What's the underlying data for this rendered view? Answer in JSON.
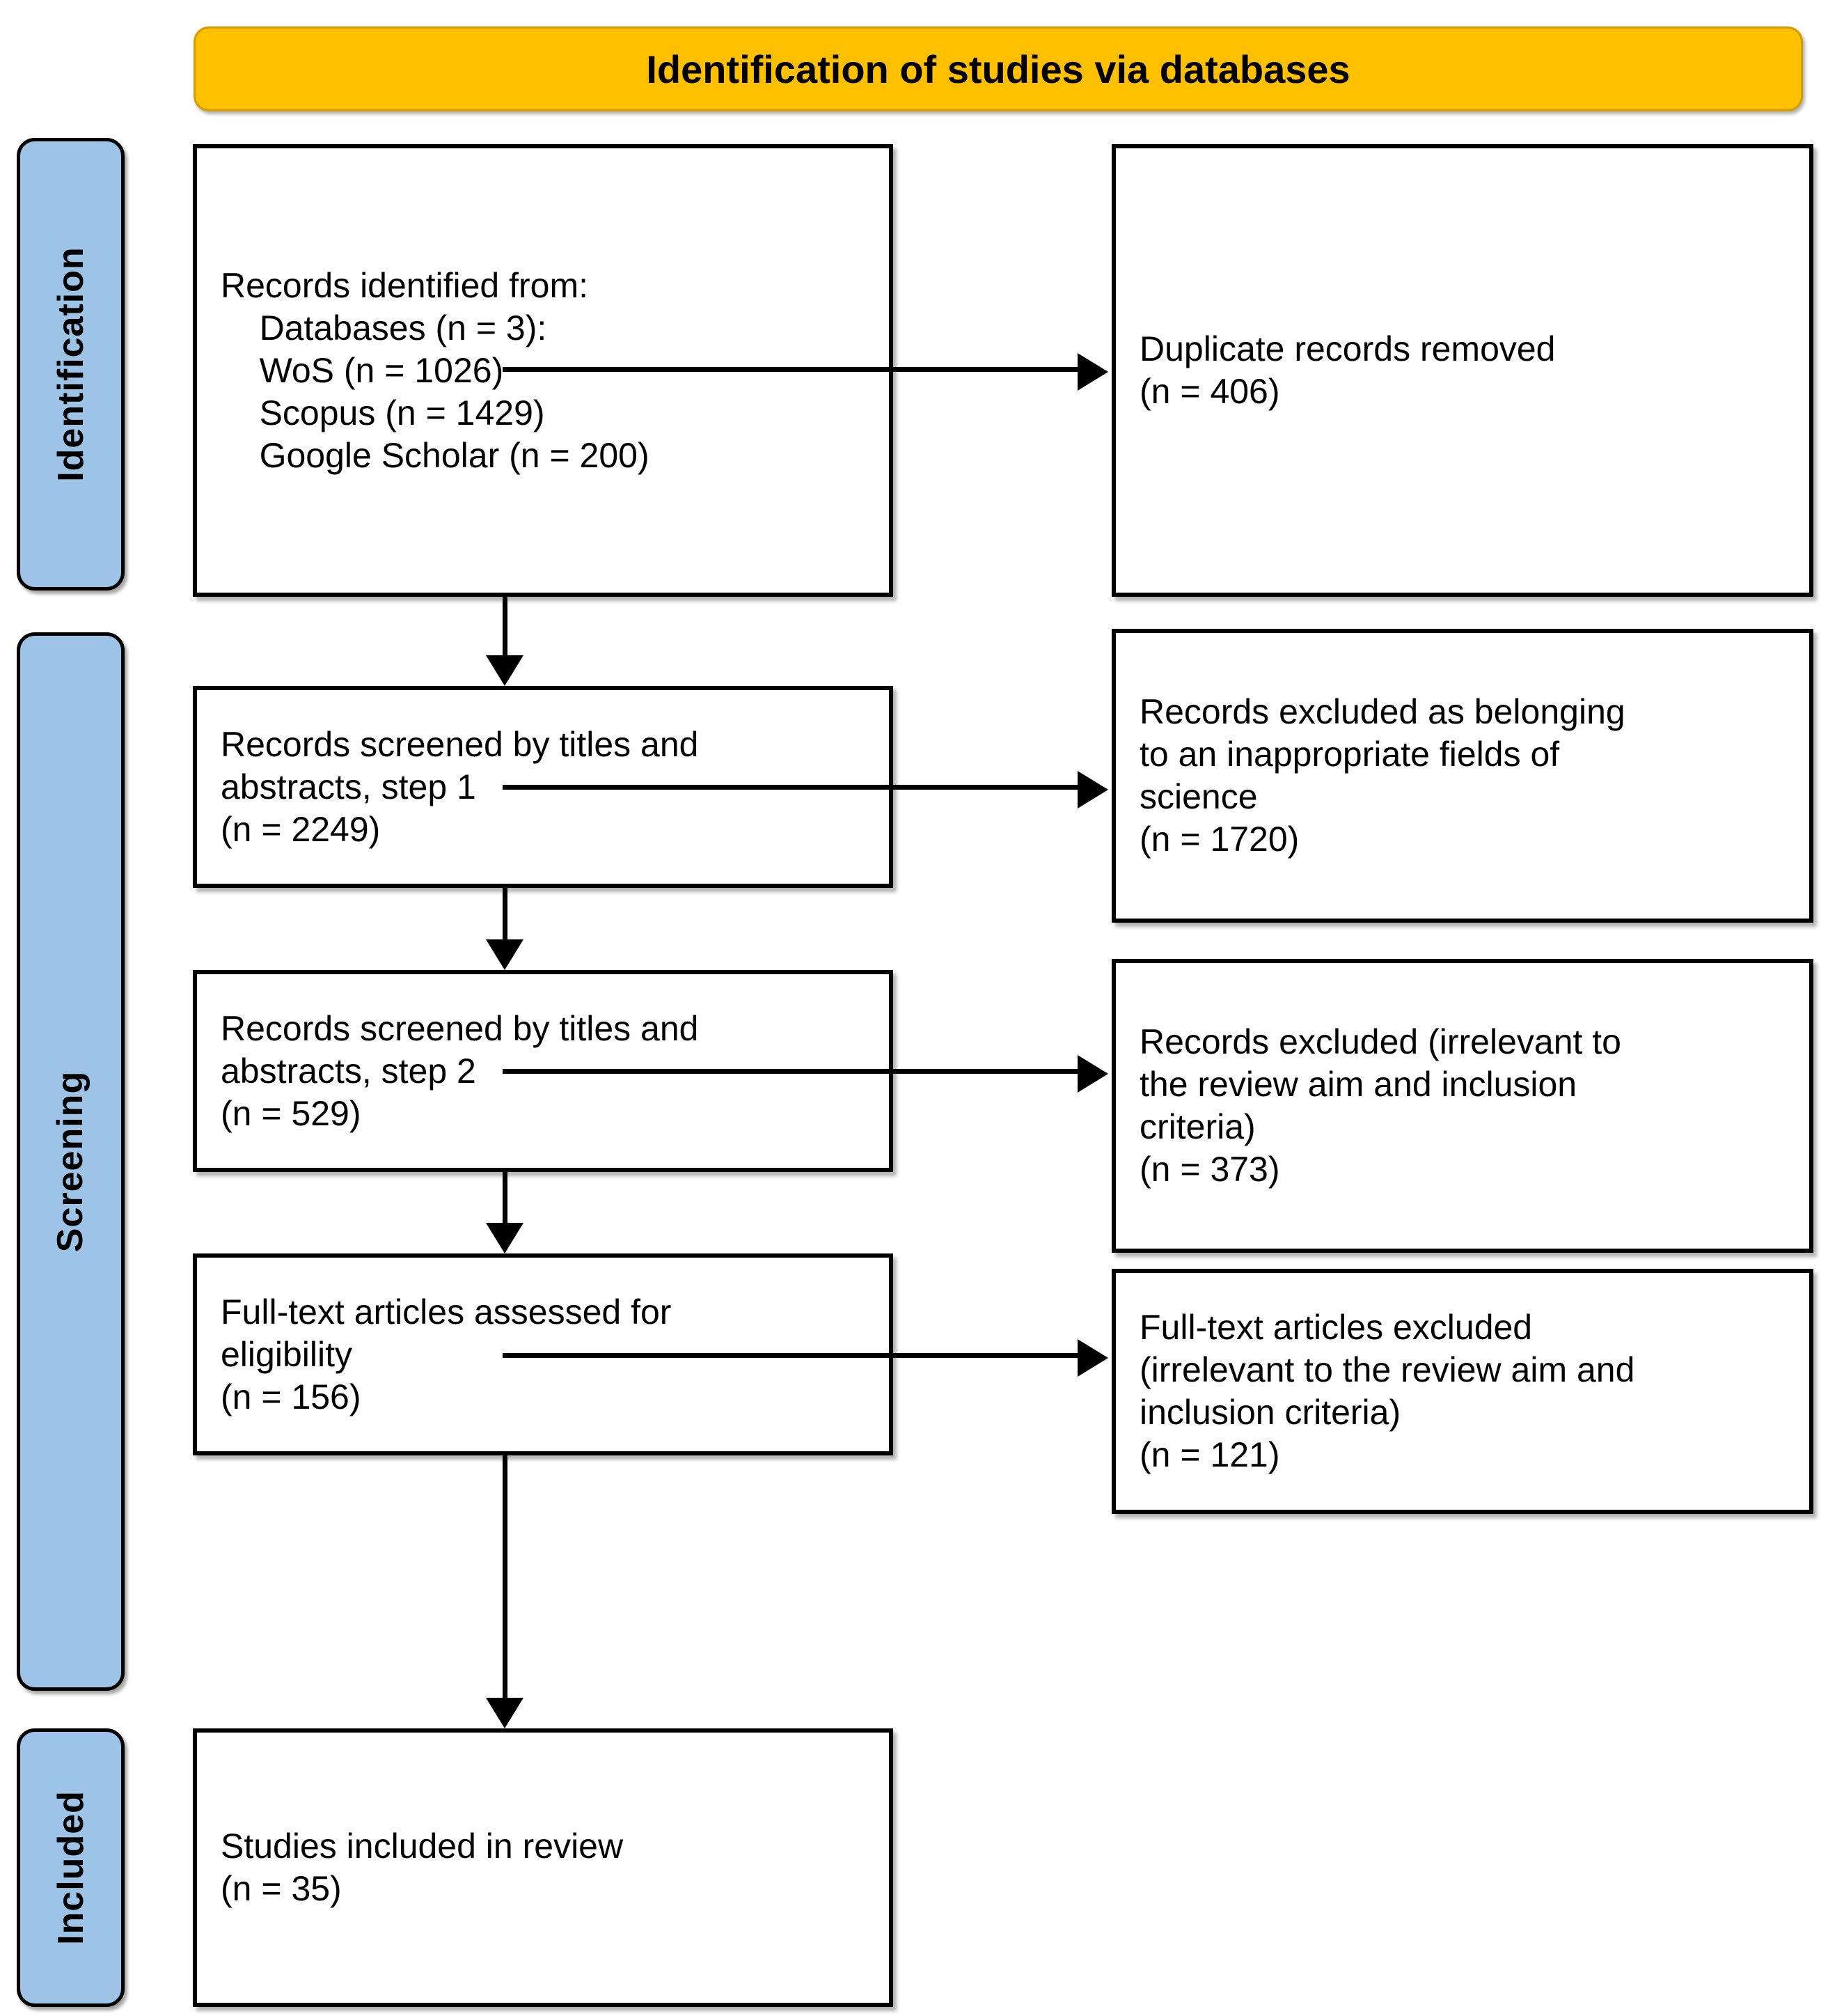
{
  "diagram": {
    "type": "prisma-flow-diagram",
    "banner": {
      "title": "Identification of studies via databases",
      "color": "#FFC000"
    },
    "stages": [
      {
        "key": "identification",
        "label": "Identification",
        "color": "#9DC3E6"
      },
      {
        "key": "screening",
        "label": "Screening",
        "color": "#9DC3E6"
      },
      {
        "key": "included",
        "label": "Included",
        "color": "#9DC3E6"
      }
    ],
    "boxes": {
      "identified": {
        "text": "Records identified from:\n    Databases (n = 3):\n    WoS (n = 1026)\n    Scopus (n = 1429)\n    Google Scholar (n = 200)",
        "n_databases": 3,
        "n_wos": 1026,
        "n_scopus": 1429,
        "n_google_scholar": 200
      },
      "duplicates": {
        "text": "Duplicate records removed\n(n = 406)",
        "n": 406
      },
      "screen1": {
        "text": "Records screened by titles and\nabstracts, step 1\n(n = 2249)",
        "n": 2249
      },
      "excluded1": {
        "text": "Records excluded as belonging\nto an inappropriate fields of\nscience\n(n = 1720)",
        "n": 1720
      },
      "screen2": {
        "text": "Records screened by titles and\nabstracts, step 2\n(n = 529)",
        "n": 529
      },
      "excluded2": {
        "text": "Records excluded (irrelevant to\nthe review aim and inclusion\ncriteria)\n(n = 373)",
        "n": 373
      },
      "fulltext": {
        "text": "Full-text articles assessed for\neligibility\n(n = 156)",
        "n": 156
      },
      "excluded3": {
        "text": "Full-text articles excluded\n(irrelevant to the review aim and\ninclusion criteria)\n(n = 121)",
        "n": 121
      },
      "included": {
        "text": "Studies included in review\n(n = 35)",
        "n": 35
      }
    }
  }
}
